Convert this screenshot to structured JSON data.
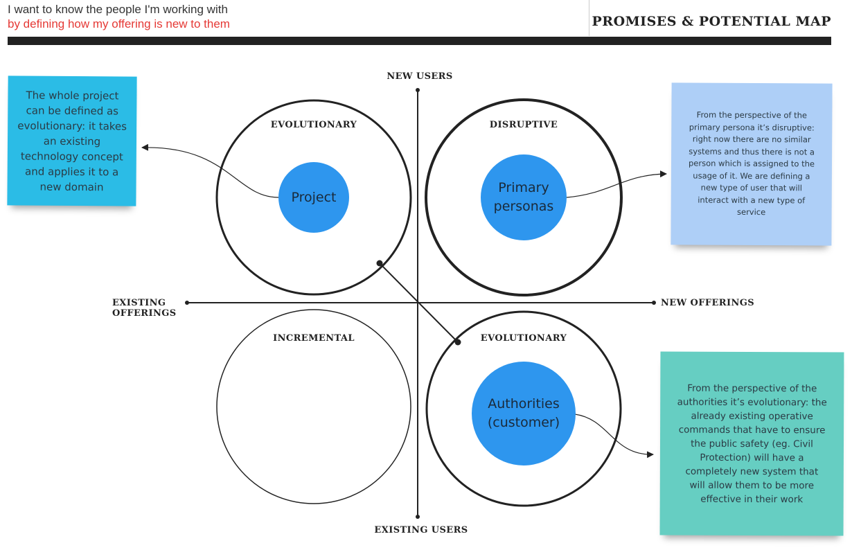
{
  "header": {
    "line1": "I want to know the people I'm working with",
    "line2": "by defining how my offering is new to them",
    "title": "PROMISES & POTENTIAL MAP"
  },
  "axes": {
    "top": "NEW USERS",
    "bottom": "EXISTING USERS",
    "left_line1": "EXISTING",
    "left_line2": "OFFERINGS",
    "right": "NEW OFFERINGS"
  },
  "quadrants": {
    "top_left": "EVOLUTIONARY",
    "top_right": "DISRUPTIVE",
    "bottom_left": "INCREMENTAL",
    "bottom_right": "EVOLUTIONARY"
  },
  "bubbles": {
    "project": "Project",
    "primary_line1": "Primary",
    "primary_line2": "personas",
    "authorities_line1": "Authorities",
    "authorities_line2": "(customer)"
  },
  "notes": {
    "project_note": "The whole project can be defined as evolutionary: it takes an existing technology concept and applies it to a new domain",
    "primary_note": "From the perspective of the primary persona it’s disruptive: right now there are no similar systems and thus there is not a person which is assigned to the usage of it. We are defining a new type of user that will interact with a new type of service",
    "authorities_note": "From the perspective of the authorities it’s evolutionary: the already existing operative commands that have to ensure the public safety (eg. Civil Protection) will have a completely new system that will allow them to be more effective in their work"
  },
  "colors": {
    "accent_red": "#e53935",
    "bubble_blue": "#2e96ee",
    "note_cyan": "#2bbce6",
    "note_lightblue": "#aecff7",
    "note_teal": "#66cec2"
  }
}
